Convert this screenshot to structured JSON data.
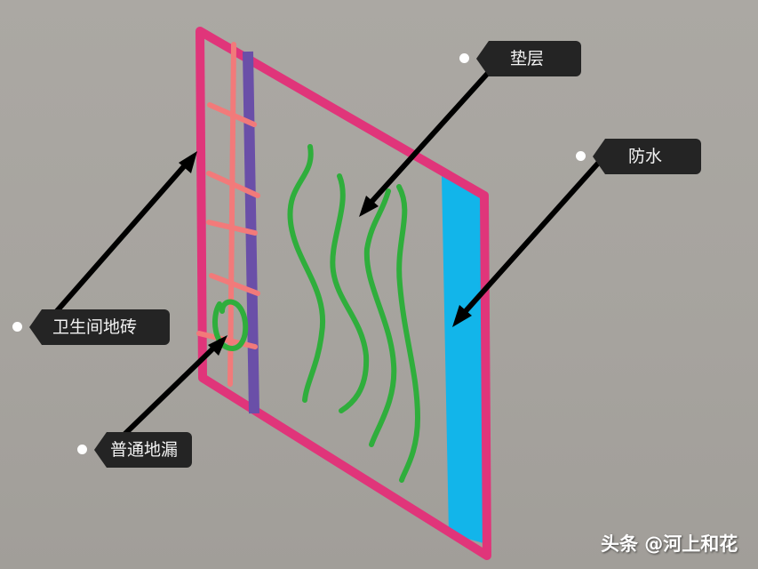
{
  "labels": {
    "cushion_layer": "垫层",
    "waterproof": "防水",
    "bathroom_tile": "卫生间地砖",
    "floor_drain": "普通地漏"
  },
  "watermark": "头条 @河上和花",
  "colors": {
    "background": "#a9a6a1",
    "frame": "#e0357a",
    "tile_grid": "#f27a7a",
    "purple_bar": "#6a4fa8",
    "cushion_waves": "#2fae3c",
    "waterproof_band": "#12b5ea",
    "arrow": "#000000",
    "tag_bg": "#242424",
    "tag_text": "#f2f2f2"
  }
}
